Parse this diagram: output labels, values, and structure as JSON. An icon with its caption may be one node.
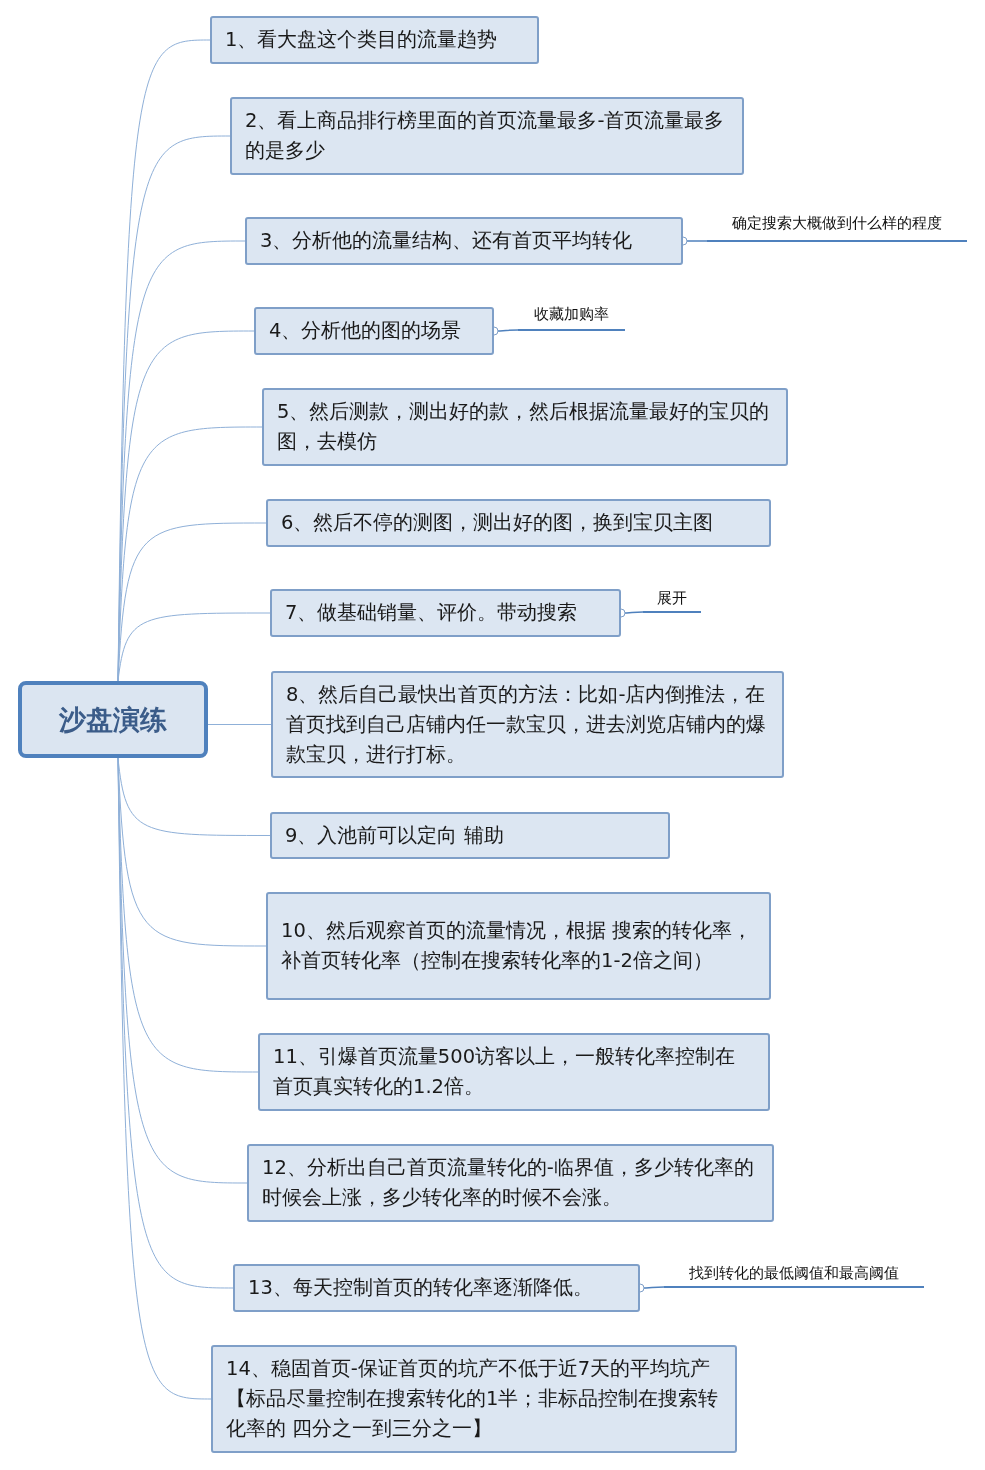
{
  "diagram": {
    "nodes": [
      {
        "text": [
          "沙盘演练"
        ]
      },
      {
        "text": [
          "1、看大盘这个类目的流量趋势"
        ]
      },
      {
        "text": [
          "2、看上商品排行榜里面的首页流量最多-首页流量最多的是多少"
        ]
      },
      {
        "text": [
          "3、分析他的流量结构、还有首页平均转化"
        ]
      },
      {
        "text": [
          "确定搜索大概做到什么样的程度"
        ]
      },
      {
        "text": [
          "4、分析他的图的场景"
        ]
      },
      {
        "text": [
          "收藏加购率"
        ]
      },
      {
        "text": [
          "5、然后测款，测出好的款，然后根据流量最好的宝贝的图，去模仿"
        ]
      },
      {
        "text": [
          "6、然后不停的测图，测出好的图，换到宝贝主图"
        ]
      },
      {
        "text": [
          "7、做基础销量、评价。带动搜索"
        ]
      },
      {
        "text": [
          "展开"
        ]
      },
      {
        "text": [
          "8、然后自己最快出首页的方法：比如-店内倒推法，在首页找到自己店铺内任一款宝贝，进去浏览店铺内的爆款宝贝，进行打标。"
        ]
      },
      {
        "text": [
          "9、入池前可以定向 辅助"
        ]
      },
      {
        "text": [
          "10、然后观察首页的流量情况，根据 搜索的转化率，补首页转化率（控制在搜索转化率的1-2倍之间）"
        ]
      },
      {
        "text": [
          "11、引爆首页流量500访客以上，一般转化率控制在首页真实转化的1.2倍。"
        ]
      },
      {
        "text": [
          "12、分析出自己首页流量转化的-临界值，多少转化率的时候会上涨，多少转化率的时候不会涨。"
        ]
      },
      {
        "text": [
          "13、每天控制首页的转化率逐渐降低。"
        ]
      },
      {
        "text": [
          "找到转化的最低阈值和最高阈值"
        ]
      },
      {
        "text": [
          "14、稳固首页-保证首页的坑产不低于近7天的平均坑产【标品尽量控制在搜索转化的1半；非标品控制在搜索转化率的 四分之一到三分之一】"
        ]
      }
    ],
    "edges": [
      {
        "from": 0,
        "to": 1,
        "arrow": "none"
      },
      {
        "from": 0,
        "to": 2,
        "arrow": "none"
      },
      {
        "from": 0,
        "to": 3,
        "arrow": "none"
      },
      {
        "from": 3,
        "to": 4,
        "arrow": "other"
      },
      {
        "from": 0,
        "to": 5,
        "arrow": "none"
      },
      {
        "from": 5,
        "to": 6,
        "arrow": "other"
      },
      {
        "from": 0,
        "to": 7,
        "arrow": "none"
      },
      {
        "from": 0,
        "to": 8,
        "arrow": "none"
      },
      {
        "from": 0,
        "to": 9,
        "arrow": "none"
      },
      {
        "from": 9,
        "to": 10,
        "arrow": "other"
      },
      {
        "from": 0,
        "to": 11,
        "arrow": "none"
      },
      {
        "from": 0,
        "to": 12,
        "arrow": "none"
      },
      {
        "from": 0,
        "to": 13,
        "arrow": "none"
      },
      {
        "from": 0,
        "to": 14,
        "arrow": "none"
      },
      {
        "from": 0,
        "to": 15,
        "arrow": "none"
      },
      {
        "from": 0,
        "to": 16,
        "arrow": "none"
      },
      {
        "from": 16,
        "to": 17,
        "arrow": "other"
      },
      {
        "from": 0,
        "to": 18,
        "arrow": "none"
      }
    ]
  }
}
